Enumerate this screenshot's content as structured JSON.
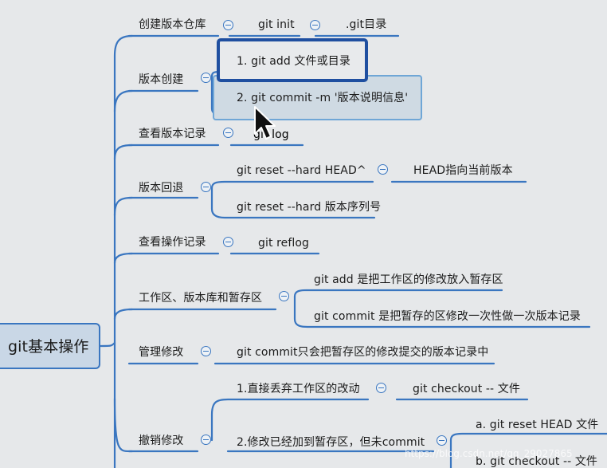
{
  "root": {
    "label": "git基本操作"
  },
  "branches": [
    {
      "label": "创建版本仓库",
      "children": [
        "git init",
        ".git目录"
      ]
    },
    {
      "label": "版本创建",
      "children": [
        "1. git add 文件或目录",
        "2. git commit -m '版本说明信息'"
      ]
    },
    {
      "label": "查看版本记录",
      "children": [
        "git log"
      ]
    },
    {
      "label": "版本回退",
      "children": [
        "git reset --hard HEAD^",
        "HEAD指向当前版本",
        "git reset --hard 版本序列号"
      ]
    },
    {
      "label": "查看操作记录",
      "children": [
        "git reflog"
      ]
    },
    {
      "label": "工作区、版本库和暂存区",
      "children": [
        "git add 是把工作区的修改放入暂存区",
        "git commit 是把暂存的区修改一次性做一次版本记录"
      ]
    },
    {
      "label": "管理修改",
      "children": [
        "git commit只会把暂存区的修改提交的版本记录中"
      ]
    },
    {
      "label": "撤销修改",
      "children": [
        "1.直接丢弃工作区的改动",
        "git checkout -- 文件",
        "2.修改已经加到暂存区，但未commit",
        "a. git reset HEAD 文件",
        "b. git checkout -- 文件"
      ]
    }
  ],
  "watermark": "https://blog.csdn.net/qq_29027865",
  "colors": {
    "line": "#3a76c0",
    "selection": "#1f4fa0",
    "background": "#e6e8ea"
  }
}
